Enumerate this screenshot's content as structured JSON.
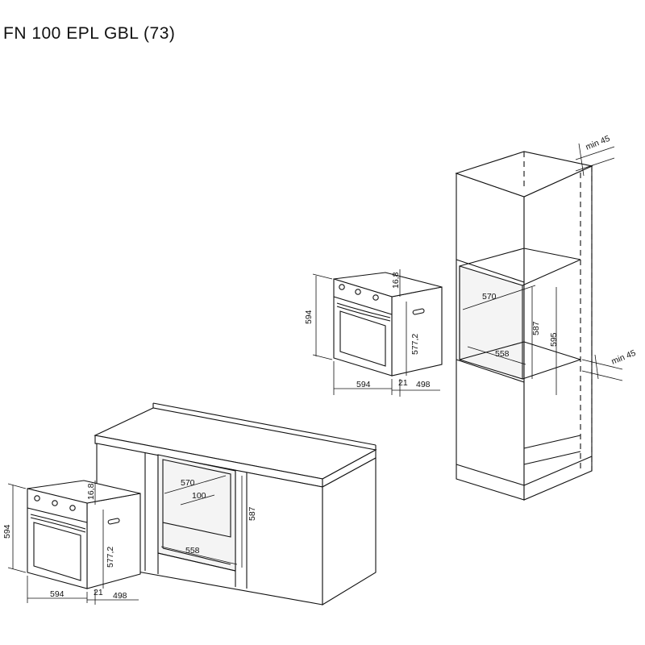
{
  "title": "FN 100 EPL GBL (73)",
  "oven_large": {
    "height": "594",
    "panel_thickness": "16,8",
    "body_height": "577,2",
    "width": "594",
    "door_depth": "21",
    "depth": "498"
  },
  "oven_small": {
    "height": "594",
    "panel_thickness": "16,8",
    "body_height": "577,2",
    "width": "594",
    "door_depth": "21",
    "depth": "498"
  },
  "column_cabinet": {
    "top_clearance": "min 45",
    "mid_clearance": "min 45",
    "niche_width": "570",
    "niche_height": "587",
    "niche_height_outer": "595",
    "niche_depth": "558"
  },
  "base_cabinet": {
    "niche_width": "570",
    "back_gap": "100",
    "niche_height": "587",
    "niche_depth": "558"
  }
}
